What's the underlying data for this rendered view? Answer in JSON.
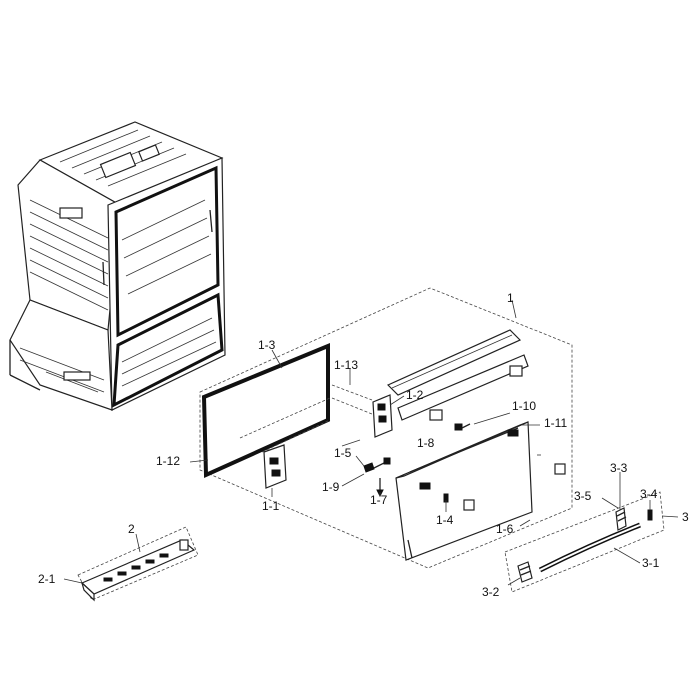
{
  "labels": {
    "l1": "1",
    "l1_1": "1-1",
    "l1_2": "1-2",
    "l1_3": "1-3",
    "l1_4": "1-4",
    "l1_5": "1-5",
    "l1_6": "1-6",
    "l1_7": "1-7",
    "l1_8": "1-8",
    "l1_9": "1-9",
    "l1_10": "1-10",
    "l1_11": "1-11",
    "l1_12": "1-12",
    "l1_13": "1-13",
    "l2": "2",
    "l2_1": "2-1",
    "l3": "3",
    "l3_1": "3-1",
    "l3_2": "3-2",
    "l3_3": "3-3",
    "l3_4": "3-4",
    "l3_5": "3-5"
  }
}
